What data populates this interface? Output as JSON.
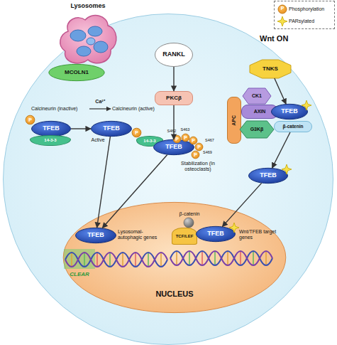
{
  "diagram": {
    "nodes": [
      {
        "text": [
          "Lysosomes"
        ]
      },
      {
        "text": [
          "MCOLN1"
        ]
      },
      {
        "text": [
          "TFEB"
        ]
      },
      {
        "text": [
          "P"
        ]
      },
      {
        "text": [
          "14-3-3"
        ]
      },
      {
        "text": [
          "TFEB"
        ]
      },
      {
        "text": [
          "14-3-3"
        ]
      },
      {
        "text": [
          "P"
        ]
      },
      {
        "text": [
          "RANKL"
        ]
      },
      {
        "text": [
          "PKCβ"
        ]
      },
      {
        "text": [
          "TFEB"
        ]
      },
      {
        "text": [
          "P"
        ]
      },
      {
        "text": [
          "P"
        ]
      },
      {
        "text": [
          "P"
        ]
      },
      {
        "text": [
          "P"
        ]
      },
      {
        "text": [
          "P"
        ]
      },
      {
        "text": [
          "TNKS"
        ]
      },
      {
        "text": [
          "APC"
        ]
      },
      {
        "text": [
          "CK1"
        ]
      },
      {
        "text": [
          "AXIN"
        ]
      },
      {
        "text": [
          "G3Kβ"
        ]
      },
      {
        "text": [
          "TFEB"
        ]
      },
      {
        "text": [
          "β-catenin"
        ]
      },
      {
        "text": [
          "TFEB"
        ]
      },
      {
        "text": [
          "NUCLEUS"
        ]
      },
      {
        "text": [
          "TFEB"
        ],
        "in": 24
      },
      {
        "text": [
          "CLEAR"
        ],
        "in": 24
      },
      {
        "text": [
          "TCF/LEF"
        ],
        "in": 24
      },
      {
        "text": [
          "TFEB"
        ],
        "in": 24
      }
    ],
    "edges": [
      {
        "from": 2,
        "to": 5,
        "arrow": "to"
      },
      {
        "from": 5,
        "to": 25,
        "arrow": "to"
      },
      {
        "from": 8,
        "to": 9,
        "arrow": "to"
      },
      {
        "from": 9,
        "to": 10,
        "arrow": "to"
      },
      {
        "from": 10,
        "to": 25,
        "arrow": "to"
      },
      {
        "from": 16,
        "to": 21,
        "arrow": "to"
      },
      {
        "from": 22,
        "to": 23,
        "arrow": "to"
      },
      {
        "from": 23,
        "to": 28,
        "arrow": "to"
      }
    ],
    "labels": [
      "Calcineurin (inactive)",
      "Ca²⁺",
      "Calcineurin (active)",
      "Active",
      "S462",
      "S463",
      "S467",
      "S469",
      "Stabilization (In osteoclasts)",
      "Wnt ON",
      "Lysosomal-autophagic genes",
      "β-catenin",
      "Wnt/TFEB target genes",
      "P"
    ],
    "legend": [
      {
        "text": "Phosphorylation"
      },
      {
        "text": "PARsylated"
      }
    ]
  }
}
